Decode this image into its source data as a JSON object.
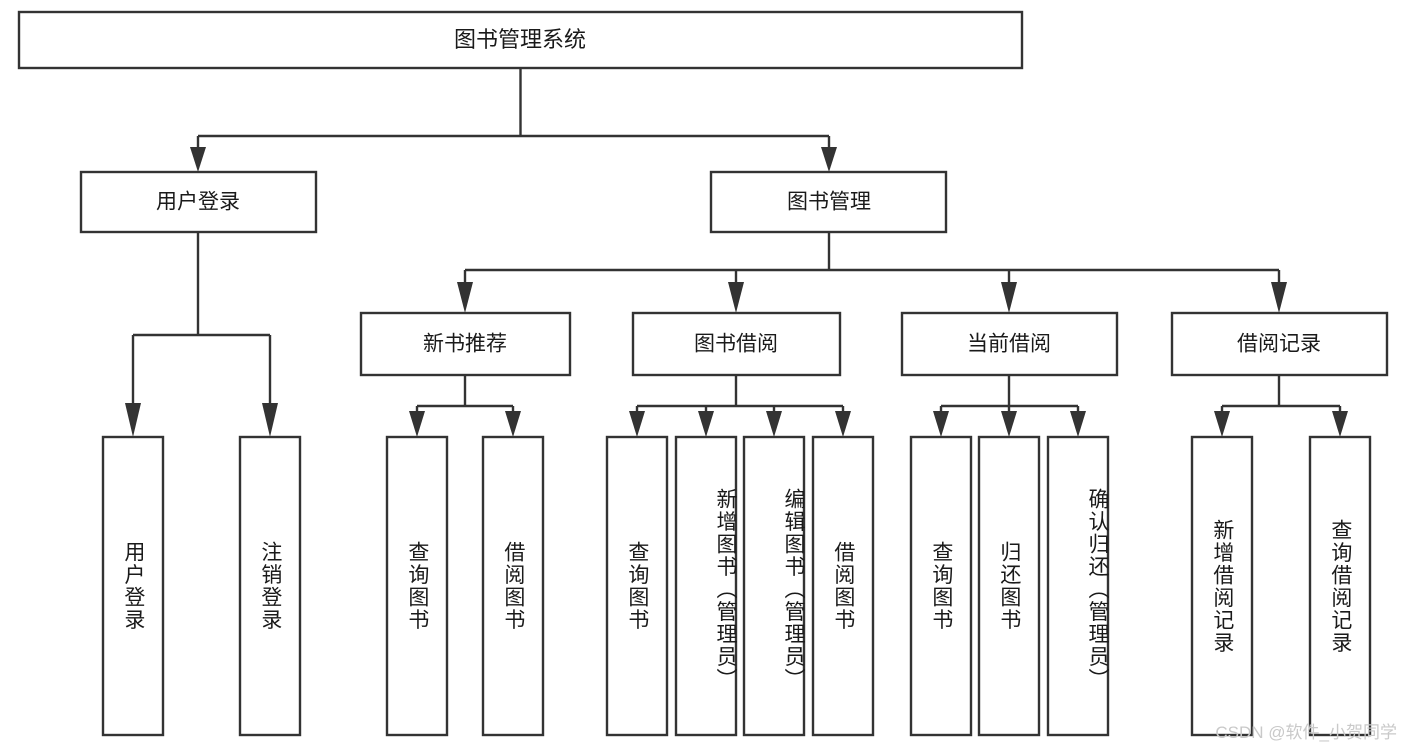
{
  "diagram": {
    "title": "图书管理系统",
    "type": "tree-hierarchy-diagram",
    "watermark": "CSDN @软件_小贺同学",
    "colors": {
      "background": "#ffffff",
      "box_stroke": "#333333",
      "box_fill": "#ffffff",
      "text": "#1a1a1a",
      "watermark": "#c9c9c9"
    },
    "root": {
      "label": "图书管理系统"
    },
    "level2": [
      {
        "label": "用户登录"
      },
      {
        "label": "图书管理"
      }
    ],
    "level3": [
      {
        "label": "新书推荐"
      },
      {
        "label": "图书借阅"
      },
      {
        "label": "当前借阅"
      },
      {
        "label": "借阅记录"
      }
    ],
    "leaves": {
      "user_login": [
        {
          "label": "用户登录"
        },
        {
          "label": "注销登录"
        }
      ],
      "new_book_recommend": [
        {
          "label": "查询图书"
        },
        {
          "label": "借阅图书"
        }
      ],
      "book_borrow": [
        {
          "label": "查询图书"
        },
        {
          "label": "新增图书（管理员）"
        },
        {
          "label": "编辑图书（管理员）"
        },
        {
          "label": "借阅图书"
        }
      ],
      "current_borrow": [
        {
          "label": "查询图书"
        },
        {
          "label": "归还图书"
        },
        {
          "label": "确认归还（管理员）"
        }
      ],
      "borrow_record": [
        {
          "label": "新增借阅记录"
        },
        {
          "label": "查询借阅记录"
        }
      ]
    }
  }
}
